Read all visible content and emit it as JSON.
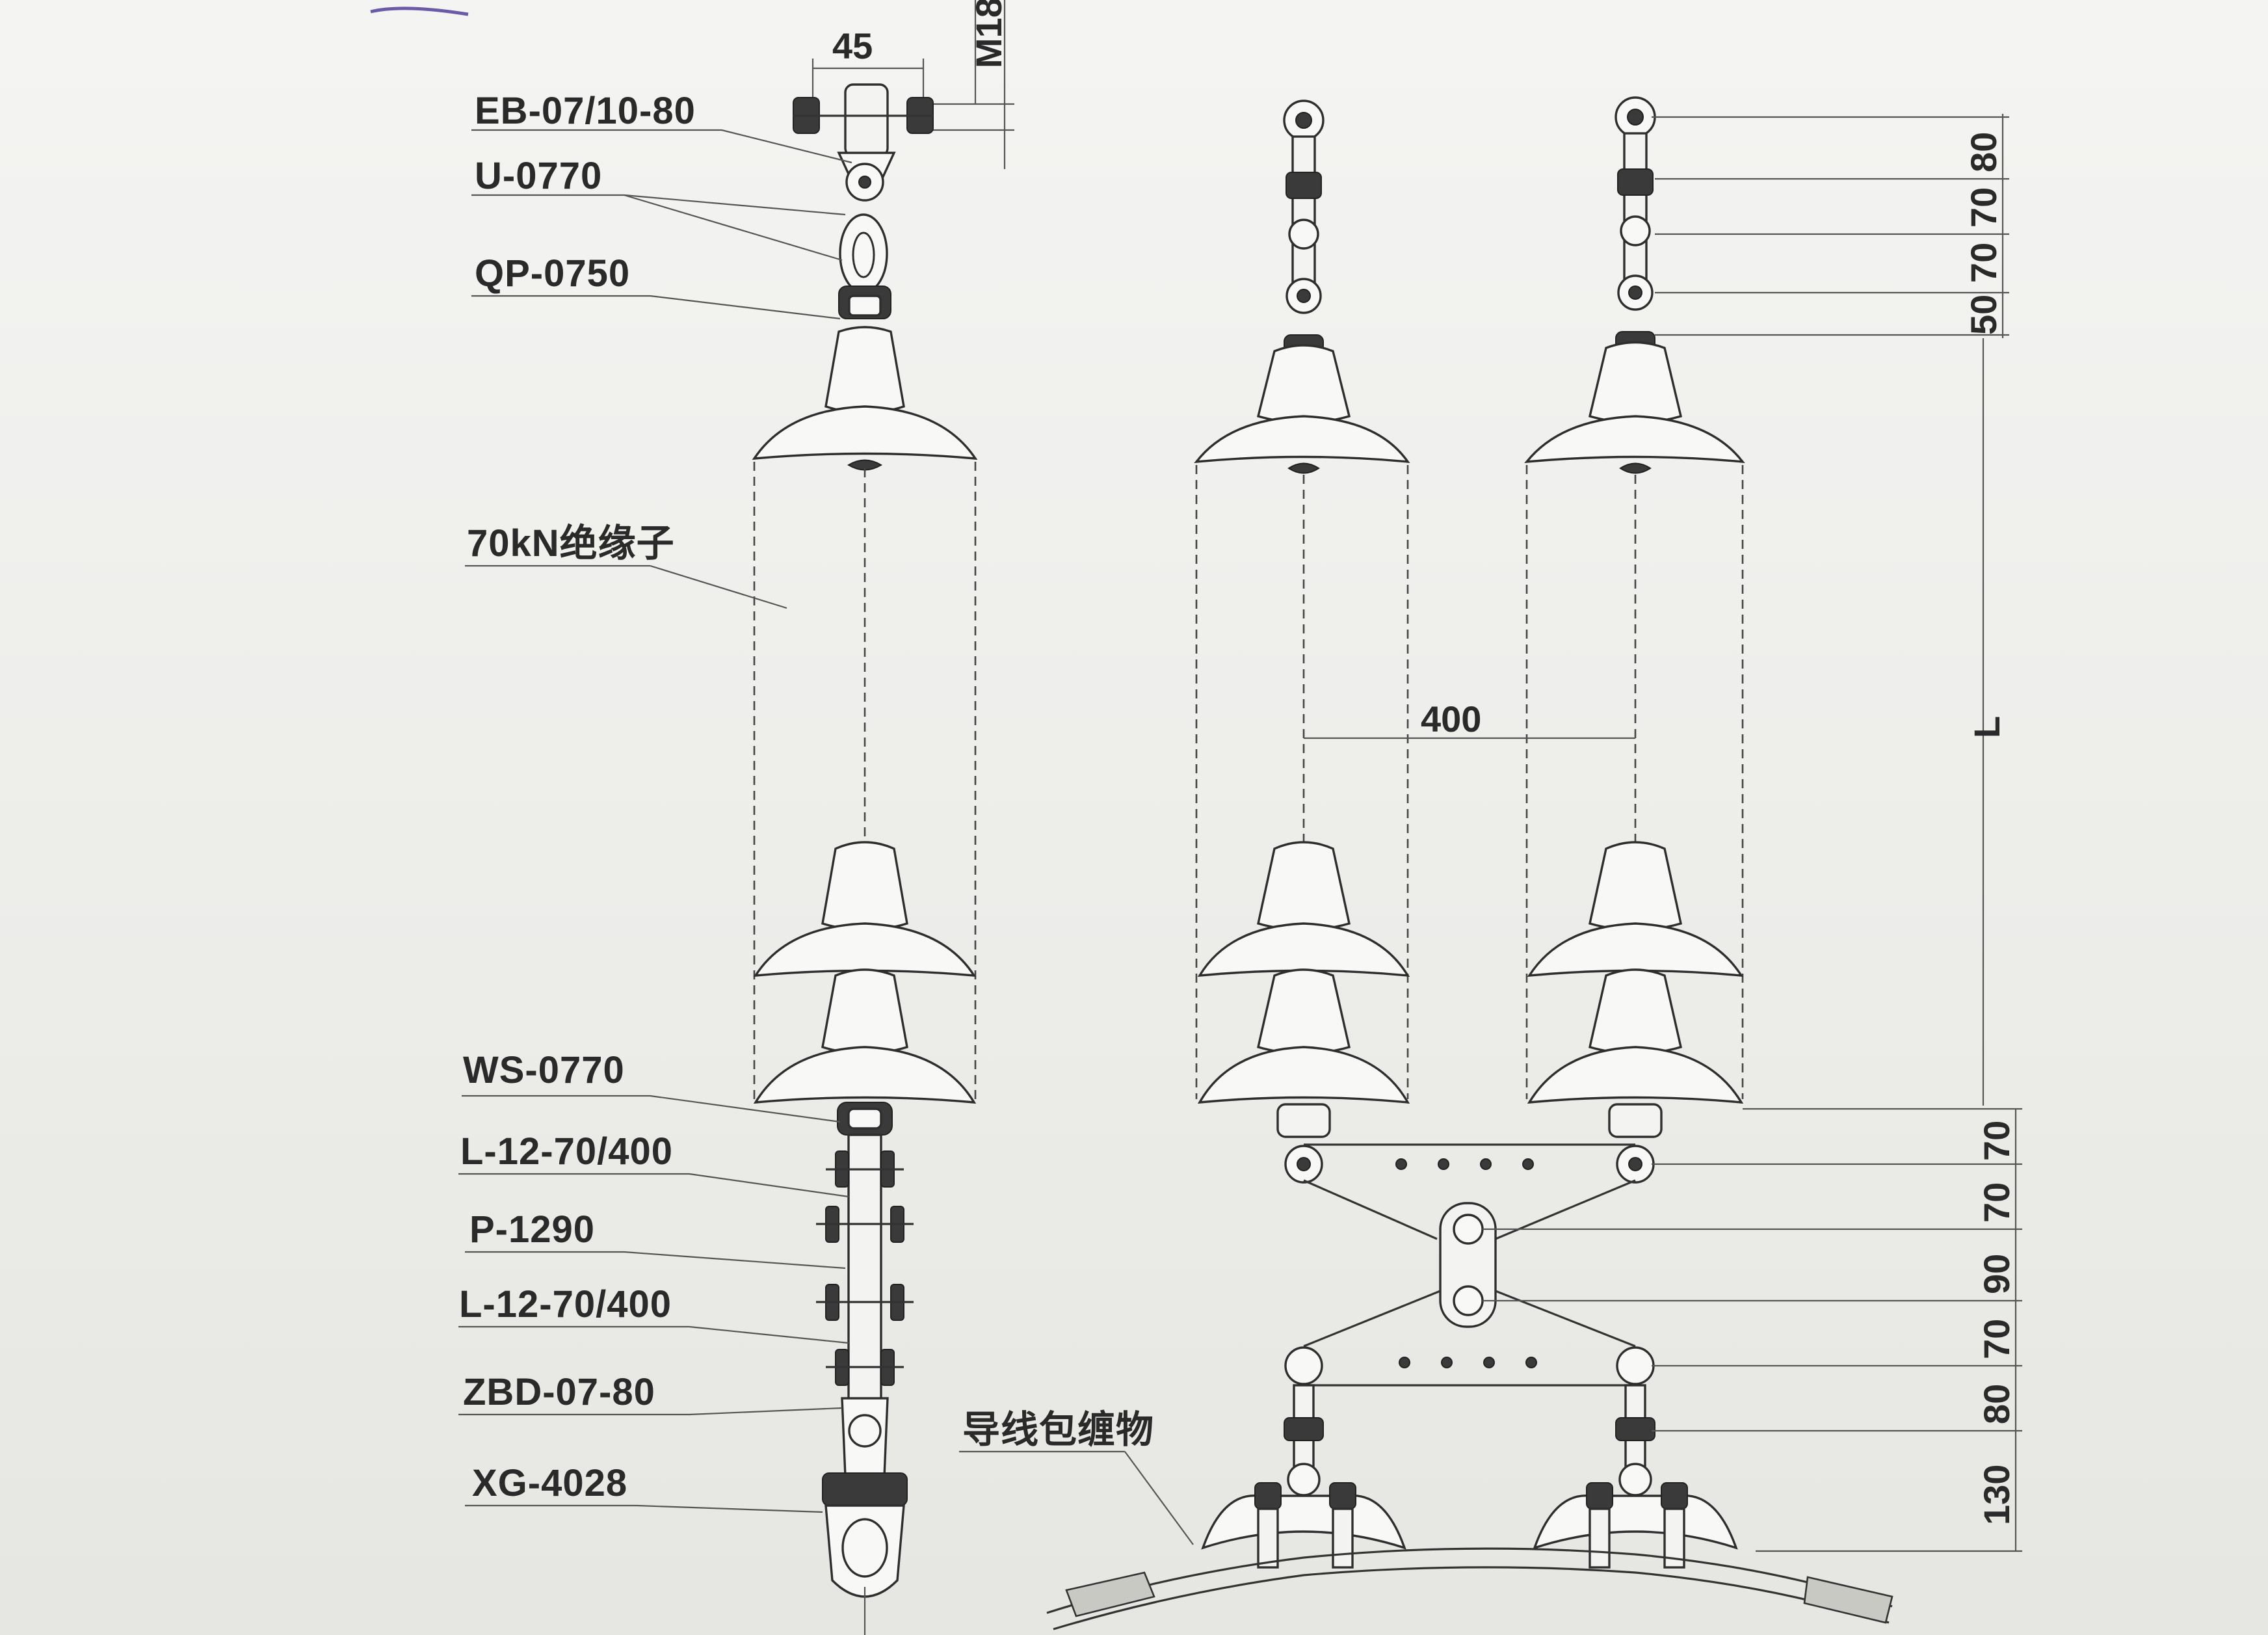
{
  "labels": {
    "eb": "EB-07/10-80",
    "u": "U-0770",
    "qp": "QP-0750",
    "insulator": "70kN绝缘子",
    "ws": "WS-0770",
    "l1": "L-12-70/400",
    "p": "P-1290",
    "l2": "L-12-70/400",
    "zbd": "ZBD-07-80",
    "xg": "XG-4028",
    "wrap": "导线包缠物"
  },
  "dimensions": {
    "top_width": "45",
    "bolt": "M18",
    "spacing": "400",
    "length": "L",
    "top_right": [
      "80",
      "70",
      "70",
      "50"
    ],
    "bottom_right": [
      "70",
      "70",
      "90",
      "70",
      "80",
      "130"
    ]
  },
  "colors": {
    "line": "#333333",
    "paper": "#f4f4f2"
  }
}
